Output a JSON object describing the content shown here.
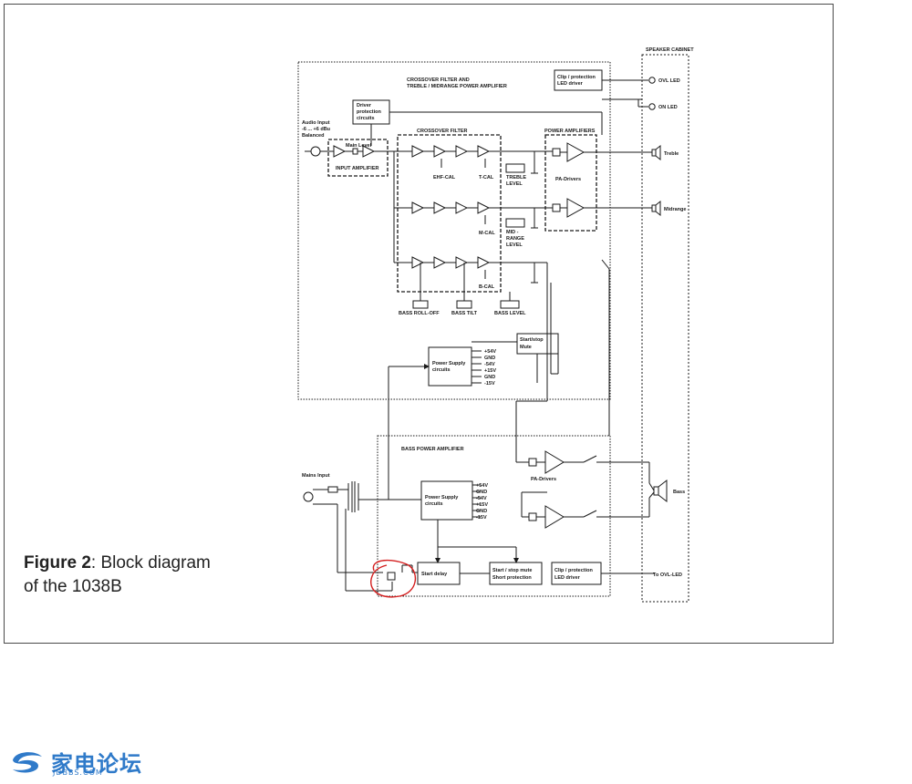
{
  "caption": {
    "bold": "Figure 2",
    "rest_line1": ": Block diagram",
    "line2": "of the 1038B"
  },
  "speaker_cabinet": {
    "title": "SPEAKER CABINET",
    "ovl_led": "OVL  LED",
    "on_led": "ON  LED",
    "treble": "Treble",
    "midrange": "Midrange",
    "bass": "Bass"
  },
  "top_section": {
    "title1": "CROSSOVER FILTER AND",
    "title2": "TREBLE / MIDRANGE POWER AMPLIFIER",
    "clip_led1": "Clip / protection",
    "clip_led2": "LED driver",
    "driver_prot1": "Driver",
    "driver_prot2": "protection",
    "driver_prot3": "circuits",
    "audio_input1": "Audio Input",
    "audio_input2": "-6 ... +6 dBu",
    "audio_input3": "Balanced",
    "main_level": "Main Level",
    "input_amp": "INPUT AMPLIFIER",
    "crossover_filter": "CROSSOVER FILTER",
    "power_amplifiers": "POWER AMPLIFIERS",
    "ehf_cal": "EHF-CAL",
    "t_cal": "T-CAL",
    "m_cal": "M-CAL",
    "b_cal": "B-CAL",
    "treble_level1": "TREBLE",
    "treble_level2": "LEVEL",
    "mid_level1": "MID -",
    "mid_level2": "RANGE",
    "mid_level3": "LEVEL",
    "pa_drivers": "PA-Drivers",
    "bass_rolloff": "BASS ROLL-OFF",
    "bass_tilt": "BASS TILT",
    "bass_level": "BASS LEVEL",
    "start_stop1": "Start/stop",
    "start_stop2": "Mute",
    "psu1": "Power Supply",
    "psu2": "circuits",
    "rails": [
      "+54V",
      "GND",
      "-54V",
      "+15V",
      "GND",
      "-15V"
    ]
  },
  "bottom_section": {
    "title": "BASS POWER AMPLIFIER",
    "mains_input": "Mains Input",
    "psu1": "Power Supply",
    "psu2": "circuits",
    "rails": [
      "+54V",
      "GND",
      "-54V",
      "+15V",
      "GND",
      "-15V"
    ],
    "pa_drivers": "PA-Drivers",
    "start_delay": "Start delay",
    "mute1": "Start / stop mute",
    "mute2": "Short  protection",
    "clip1": "Clip / protection",
    "clip2": "LED driver",
    "to_ovl": "To OVL-LED"
  },
  "watermark": {
    "chinese": "家电论坛",
    "url": "JDBBS.COM"
  },
  "colors": {
    "line": "#1a1a1a",
    "annotation": "#d42020",
    "logo": "#2f7ac9"
  }
}
